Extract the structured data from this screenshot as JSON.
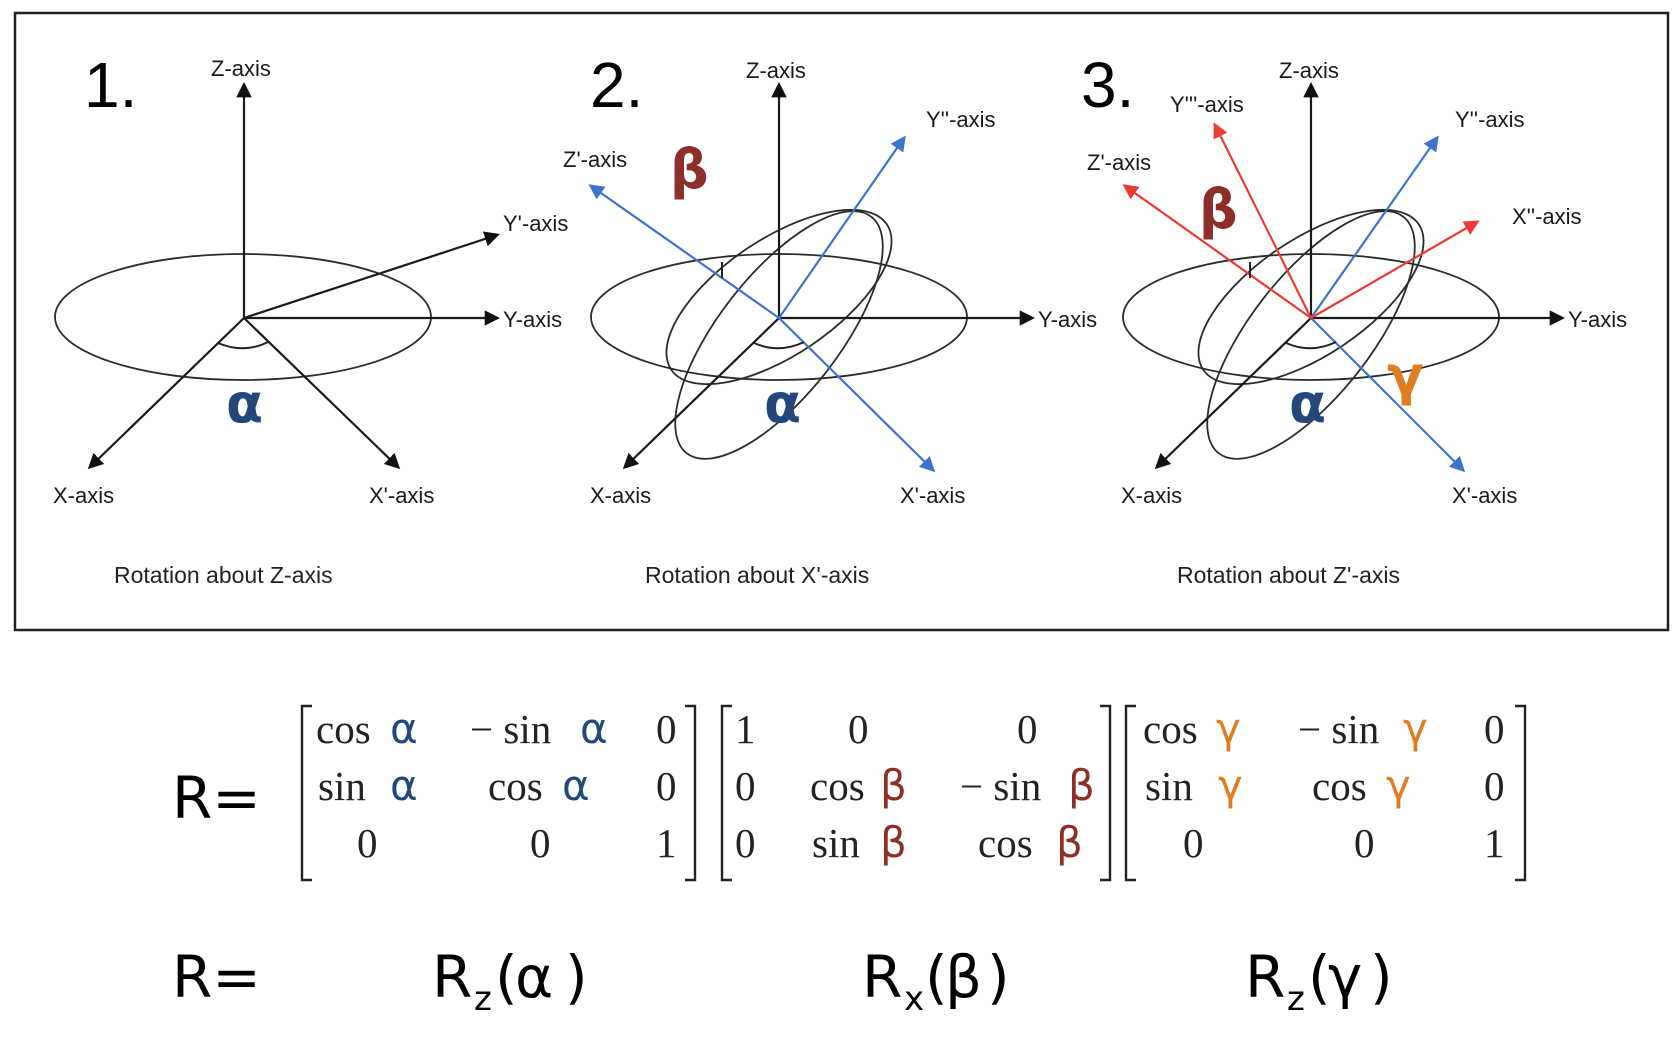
{
  "colors": {
    "alpha": "#23477a",
    "beta": "#8c2f2a",
    "gamma": "#e07d22",
    "blue_axis": "#3f73c9",
    "red_axis": "#ec3b32",
    "black": "#111111"
  },
  "panels": [
    {
      "number": "1.",
      "caption": "Rotation about Z-axis",
      "labels": {
        "z": "Z-axis",
        "y1": "Y'-axis",
        "y": "Y-axis",
        "x": "X-axis",
        "x1": "X'-axis"
      },
      "greek": {
        "alpha": "α"
      }
    },
    {
      "number": "2.",
      "caption": "Rotation about X'-axis",
      "labels": {
        "z": "Z-axis",
        "z1": "Z'-axis",
        "y2": "Y''-axis",
        "y": "Y-axis",
        "x": "X-axis",
        "x1": "X'-axis"
      },
      "greek": {
        "alpha": "α",
        "beta": "β"
      }
    },
    {
      "number": "3.",
      "caption": "Rotation about Z'-axis",
      "labels": {
        "z": "Z-axis",
        "y3": "Y'''-axis",
        "y2": "Y''-axis",
        "z1": "Z'-axis",
        "x2": "X''-axis",
        "y": "Y-axis",
        "x": "X-axis",
        "x1": "X'-axis"
      },
      "greek": {
        "alpha": "α",
        "beta": "β",
        "gamma": "γ"
      }
    }
  ],
  "formula": {
    "lhs": "R=",
    "rz_alpha": [
      [
        "cos",
        "α",
        "− sin",
        "α",
        "0"
      ],
      [
        "sin",
        "α",
        "cos",
        "α",
        "0"
      ],
      [
        "0",
        "",
        "0",
        "",
        "1"
      ]
    ],
    "rx_beta": [
      [
        "1",
        "0",
        "",
        "0",
        ""
      ],
      [
        "0",
        "cos",
        "β",
        "− sin",
        "β"
      ],
      [
        "0",
        "sin",
        "β",
        "cos",
        "β"
      ]
    ],
    "rz_gamma": [
      [
        "cos",
        "γ",
        "− sin",
        "γ",
        "0"
      ],
      [
        "sin",
        "γ",
        "cos",
        "γ",
        "0"
      ],
      [
        "0",
        "",
        "0",
        "",
        "1"
      ]
    ]
  },
  "product": {
    "lhs": "R=",
    "terms": [
      {
        "base": "R",
        "sub": "z",
        "open": "(",
        "greek": "α",
        "close": ")"
      },
      {
        "base": "R",
        "sub": "x",
        "open": "(",
        "greek": "β",
        "close": ")"
      },
      {
        "base": "R",
        "sub": "z",
        "open": "(",
        "greek": "γ",
        "close": ")"
      }
    ]
  }
}
